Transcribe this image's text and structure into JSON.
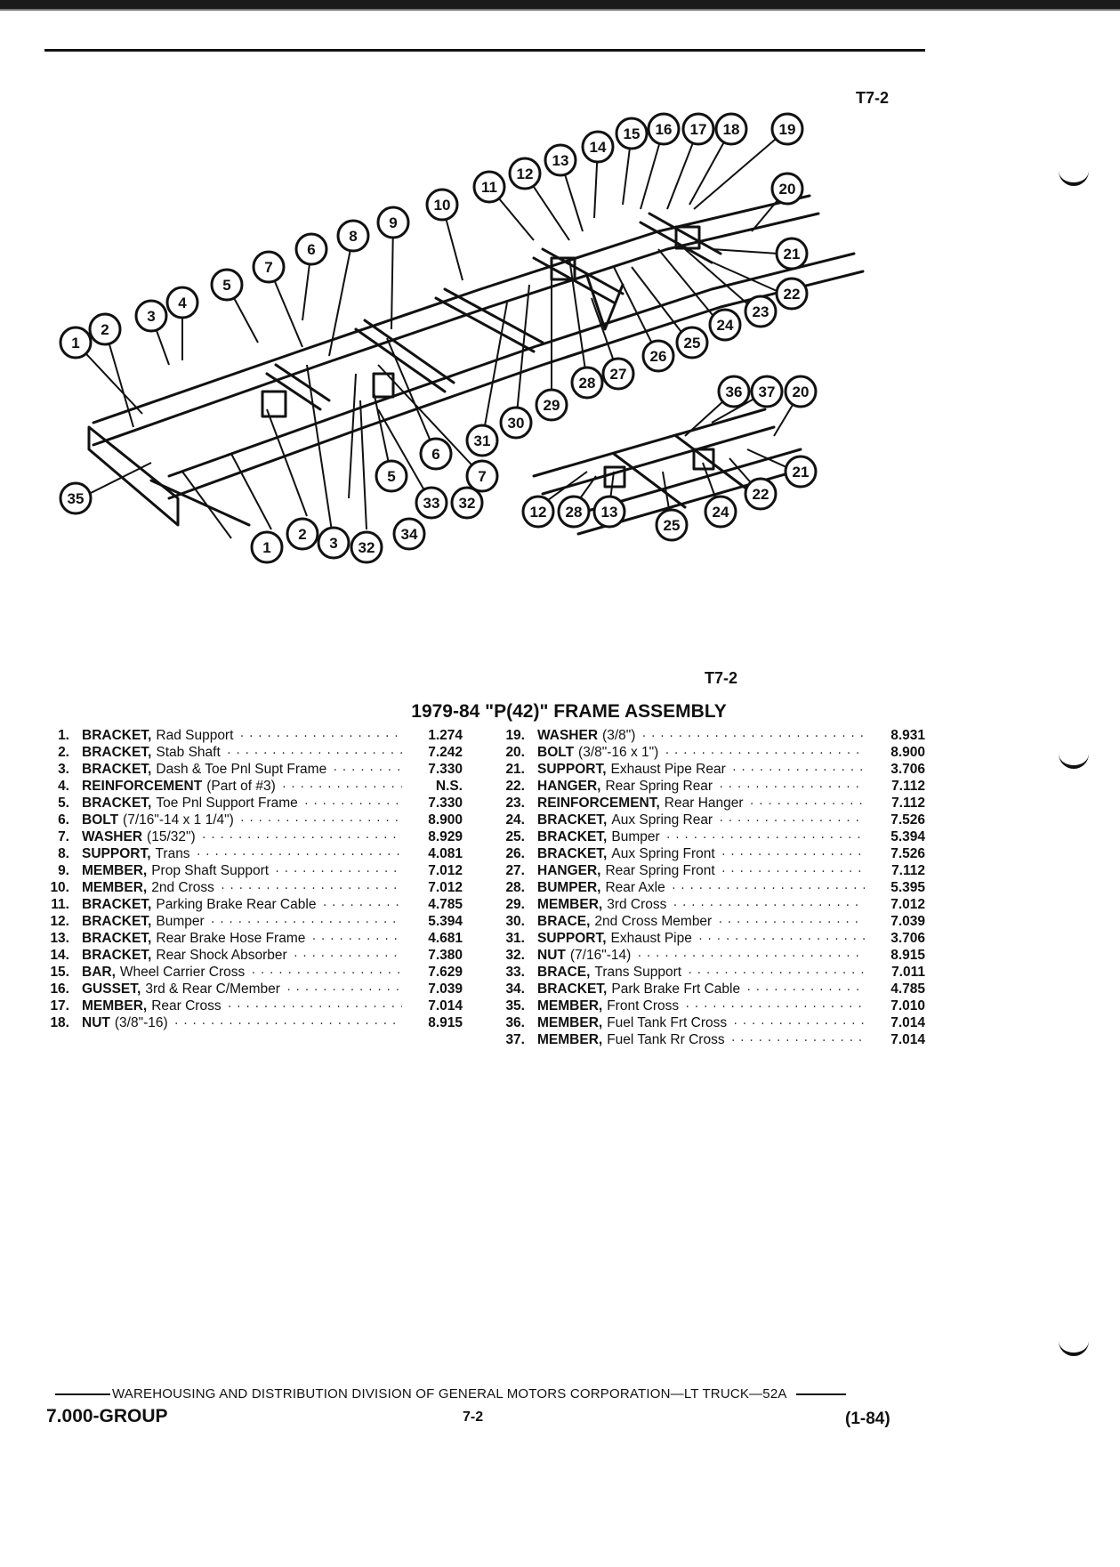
{
  "figure_code_top": "T7-2",
  "figure_code_bottom": "T7-2",
  "title": "1979-84 \"P(42)\" FRAME ASSEMBLY",
  "parts_left": [
    {
      "num": "1.",
      "name": "BRACKET,",
      "desc": "Rad Support",
      "code": "1.274"
    },
    {
      "num": "2.",
      "name": "BRACKET,",
      "desc": "Stab Shaft",
      "code": "7.242"
    },
    {
      "num": "3.",
      "name": "BRACKET,",
      "desc": "Dash & Toe Pnl Supt Frame",
      "code": "7.330"
    },
    {
      "num": "4.",
      "name": "REINFORCEMENT",
      "desc": "(Part of #3)",
      "code": "N.S."
    },
    {
      "num": "5.",
      "name": "BRACKET,",
      "desc": "Toe Pnl Support Frame",
      "code": "7.330"
    },
    {
      "num": "6.",
      "name": "BOLT",
      "desc": "(7/16\"-14 x 1 1/4\")",
      "code": "8.900"
    },
    {
      "num": "7.",
      "name": "WASHER",
      "desc": "(15/32\")",
      "code": "8.929"
    },
    {
      "num": "8.",
      "name": "SUPPORT,",
      "desc": "Trans",
      "code": "4.081"
    },
    {
      "num": "9.",
      "name": "MEMBER,",
      "desc": "Prop Shaft Support",
      "code": "7.012"
    },
    {
      "num": "10.",
      "name": "MEMBER,",
      "desc": "2nd Cross",
      "code": "7.012"
    },
    {
      "num": "11.",
      "name": "BRACKET,",
      "desc": "Parking Brake Rear Cable",
      "code": "4.785"
    },
    {
      "num": "12.",
      "name": "BRACKET,",
      "desc": "Bumper",
      "code": "5.394"
    },
    {
      "num": "13.",
      "name": "BRACKET,",
      "desc": "Rear Brake Hose Frame",
      "code": "4.681"
    },
    {
      "num": "14.",
      "name": "BRACKET,",
      "desc": "Rear Shock Absorber",
      "code": "7.380"
    },
    {
      "num": "15.",
      "name": "BAR,",
      "desc": "Wheel Carrier Cross",
      "code": "7.629"
    },
    {
      "num": "16.",
      "name": "GUSSET,",
      "desc": "3rd & Rear C/Member",
      "code": "7.039"
    },
    {
      "num": "17.",
      "name": "MEMBER,",
      "desc": "Rear Cross",
      "code": "7.014"
    },
    {
      "num": "18.",
      "name": "NUT",
      "desc": "(3/8\"-16)",
      "code": "8.915"
    }
  ],
  "parts_right": [
    {
      "num": "19.",
      "name": "WASHER",
      "desc": "(3/8\")",
      "code": "8.931"
    },
    {
      "num": "20.",
      "name": "BOLT",
      "desc": "(3/8\"-16 x 1\")",
      "code": "8.900"
    },
    {
      "num": "21.",
      "name": "SUPPORT,",
      "desc": "Exhaust Pipe Rear",
      "code": "3.706"
    },
    {
      "num": "22.",
      "name": "HANGER,",
      "desc": "Rear Spring Rear",
      "code": "7.112"
    },
    {
      "num": "23.",
      "name": "REINFORCEMENT,",
      "desc": "Rear Hanger",
      "code": "7.112"
    },
    {
      "num": "24.",
      "name": "BRACKET,",
      "desc": "Aux Spring Rear",
      "code": "7.526"
    },
    {
      "num": "25.",
      "name": "BRACKET,",
      "desc": "Bumper",
      "code": "5.394"
    },
    {
      "num": "26.",
      "name": "BRACKET,",
      "desc": "Aux Spring Front",
      "code": "7.526"
    },
    {
      "num": "27.",
      "name": "HANGER,",
      "desc": "Rear Spring Front",
      "code": "7.112"
    },
    {
      "num": "28.",
      "name": "BUMPER,",
      "desc": "Rear Axle",
      "code": "5.395"
    },
    {
      "num": "29.",
      "name": "MEMBER,",
      "desc": "3rd Cross",
      "code": "7.012"
    },
    {
      "num": "30.",
      "name": "BRACE,",
      "desc": "2nd Cross Member",
      "code": "7.039"
    },
    {
      "num": "31.",
      "name": "SUPPORT,",
      "desc": "Exhaust Pipe",
      "code": "3.706"
    },
    {
      "num": "32.",
      "name": "NUT",
      "desc": "(7/16\"-14)",
      "code": "8.915"
    },
    {
      "num": "33.",
      "name": "BRACE,",
      "desc": "Trans Support",
      "code": "7.011"
    },
    {
      "num": "34.",
      "name": "BRACKET,",
      "desc": "Park Brake Frt Cable",
      "code": "4.785"
    },
    {
      "num": "35.",
      "name": "MEMBER,",
      "desc": "Front Cross",
      "code": "7.010"
    },
    {
      "num": "36.",
      "name": "MEMBER,",
      "desc": "Fuel Tank Frt Cross",
      "code": "7.014"
    },
    {
      "num": "37.",
      "name": "MEMBER,",
      "desc": "Fuel Tank Rr Cross",
      "code": "7.014"
    }
  ],
  "callouts_main": [
    "1",
    "2",
    "3",
    "4",
    "5",
    "7",
    "6",
    "8",
    "9",
    "10",
    "11",
    "12",
    "13",
    "14",
    "15",
    "16",
    "17",
    "18",
    "19",
    "20",
    "21",
    "22",
    "23",
    "24",
    "25",
    "26",
    "27",
    "28",
    "29",
    "30",
    "31",
    "7",
    "6",
    "33",
    "32",
    "5",
    "34",
    "32",
    "3",
    "2",
    "1",
    "35"
  ],
  "callouts_inset": [
    "36",
    "37",
    "20",
    "21",
    "22",
    "24",
    "25",
    "12",
    "28",
    "13"
  ],
  "footer": {
    "distribution_line": "WAREHOUSING AND DISTRIBUTION DIVISION OF GENERAL MOTORS CORPORATION—LT TRUCK—52A",
    "group": "7.000-GROUP",
    "page": "7-2",
    "date": "(1-84)"
  }
}
